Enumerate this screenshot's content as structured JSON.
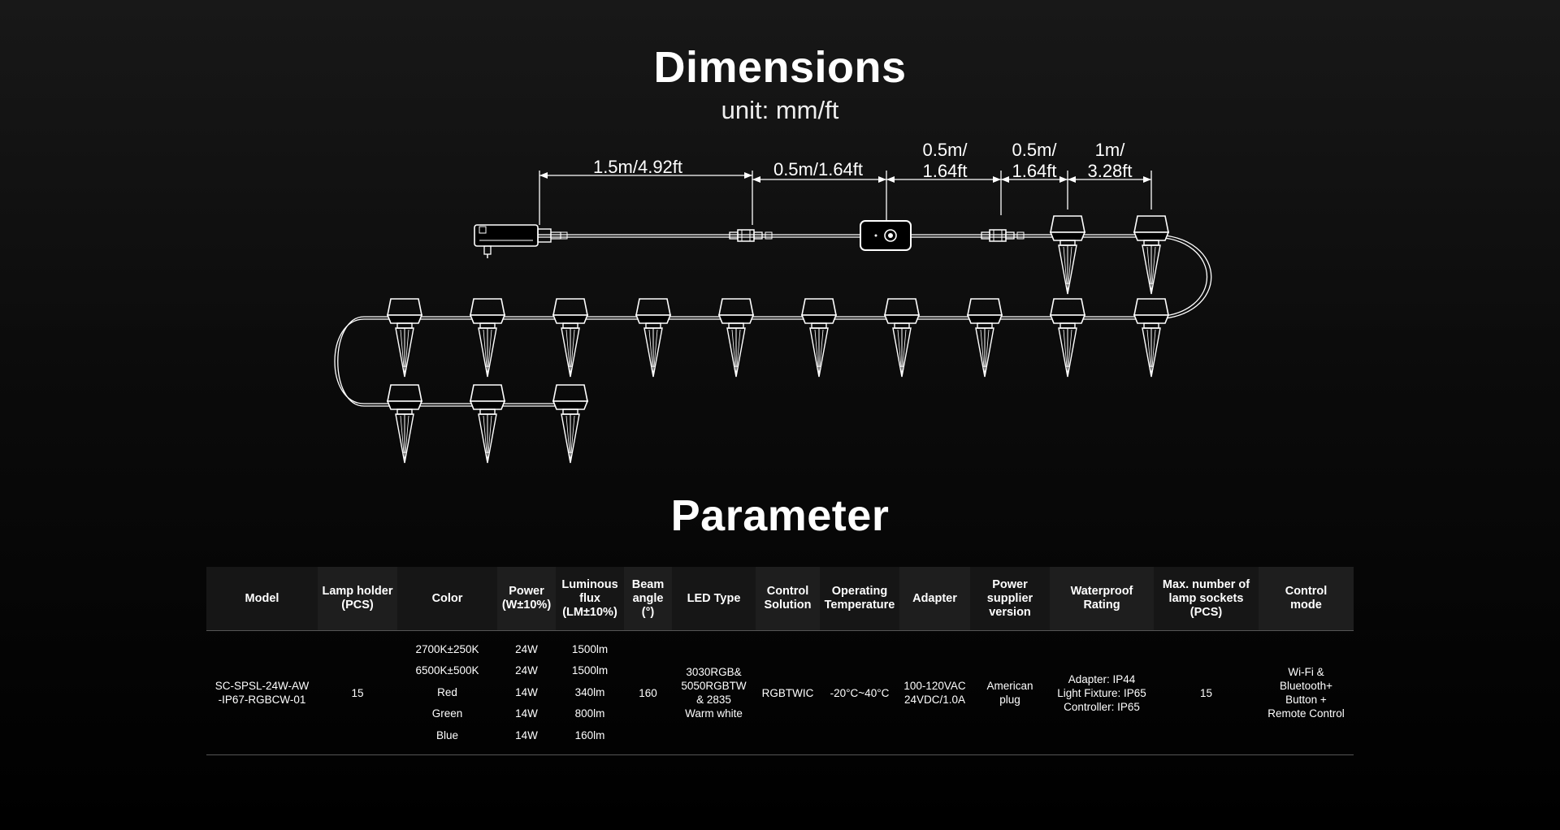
{
  "dimensions": {
    "title": "Dimensions",
    "unit": "unit: mm/ft",
    "labels": {
      "seg1": "1.5m/4.92ft",
      "seg2": "0.5m/1.64ft",
      "seg3_l1": "0.5m/",
      "seg3_l2": "1.64ft",
      "seg4_l1": "0.5m/",
      "seg4_l2": "1.64ft",
      "seg5_l1": "1m/",
      "seg5_l2": "3.28ft"
    }
  },
  "parameter": {
    "title": "Parameter",
    "headers": {
      "model": "Model",
      "lamp_holder": [
        "Lamp holder",
        "(PCS)"
      ],
      "color": "Color",
      "power": [
        "Power",
        "(W±10%)"
      ],
      "flux": [
        "Luminous",
        "flux",
        "(LM±10%)"
      ],
      "beam": [
        "Beam",
        "angle",
        "(°)"
      ],
      "led_type": "LED Type",
      "control_solution": [
        "Control",
        "Solution"
      ],
      "temp": [
        "Operating",
        "Temperature"
      ],
      "adapter": "Adapter",
      "power_supply": [
        "Power",
        "supplier",
        "version"
      ],
      "waterproof": [
        "Waterproof",
        "Rating"
      ],
      "max_sockets": [
        "Max. number of",
        "lamp sockets",
        "(PCS)"
      ],
      "control_mode": [
        "Control",
        "mode"
      ]
    },
    "row": {
      "model": [
        "SC-SPSL-24W-AW",
        "-IP67-RGBCW-01"
      ],
      "lamp_holder": "15",
      "color": [
        "2700K±250K",
        "6500K±500K",
        "Red",
        "Green",
        "Blue"
      ],
      "power": [
        "24W",
        "24W",
        "14W",
        "14W",
        "14W"
      ],
      "flux": [
        "1500lm",
        "1500lm",
        "340lm",
        "800lm",
        "160lm"
      ],
      "beam": "160",
      "led_type": [
        "3030RGB&",
        "5050RGBTW",
        "& 2835",
        "Warm white"
      ],
      "control_solution": "RGBTWIC",
      "temp": "-20°C~40°C",
      "adapter": [
        "100-120VAC",
        "24VDC/1.0A"
      ],
      "power_supply": [
        "American",
        "plug"
      ],
      "waterproof": [
        "Adapter: IP44",
        "Light Fixture: IP65",
        "Controller: IP65"
      ],
      "max_sockets": "15",
      "control_mode": [
        "Wi-Fi &",
        "Bluetooth+",
        "Button +",
        "Remote Control"
      ]
    }
  }
}
